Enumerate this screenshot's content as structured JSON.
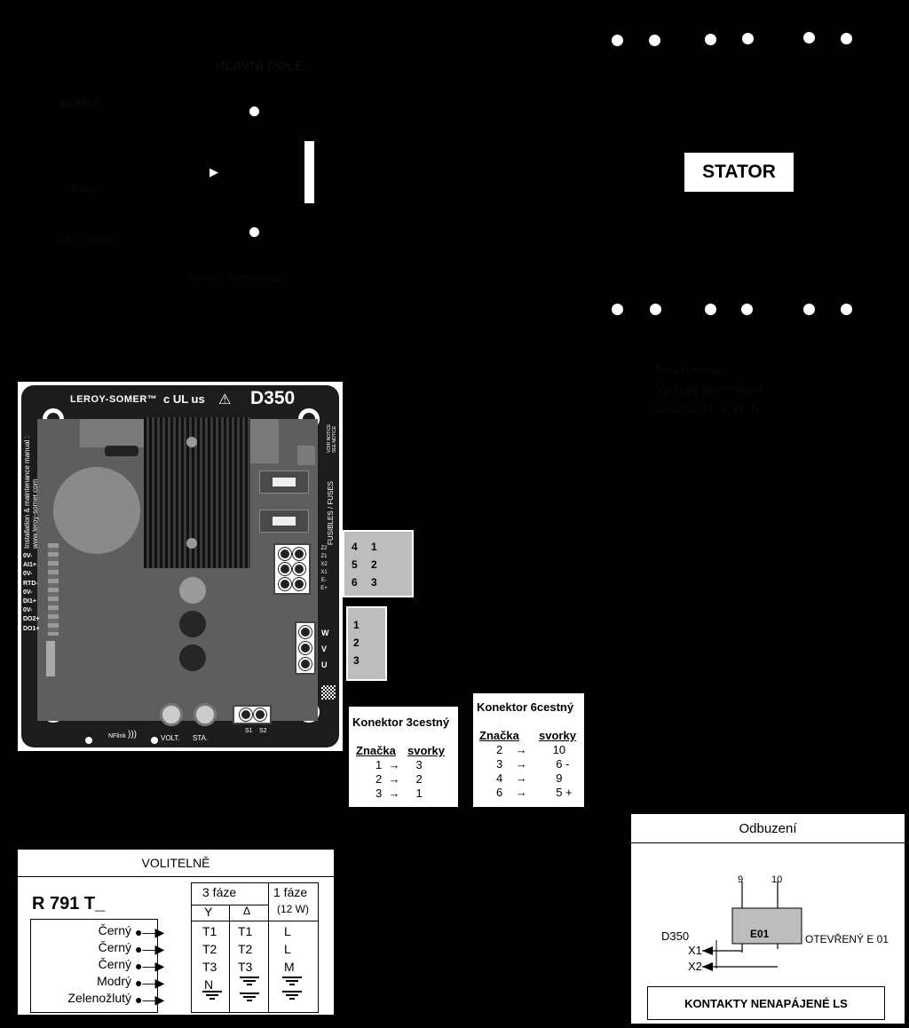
{
  "stator": {
    "label": "STATOR"
  },
  "top_left": {
    "title": "HLAVNÍ POLE",
    "label1": "INDUKT",
    "label2": "Rotor",
    "label3": "Budicí vinutí",
    "label4": "Rotující usměrňovač"
  },
  "stator_info": {
    "line1": "Svorkovnice",
    "line2": "Výstupy alternátoru",
    "line3": "Značka: U, V, W, N"
  },
  "board": {
    "brand": "LEROY-SOMER™",
    "cert": "c UL us",
    "warning_icon": "warning-triangle-icon",
    "model": "D350",
    "side_label": "Installation & maintenance manual : www.leroy-somer.com",
    "fuses_label": "FUSIBLES / FUSES",
    "notice_label": "VOIR NOTICE SEE NOTICE",
    "pins": [
      "0V-",
      "AI1+",
      "0V-",
      "RTD-",
      "0V-",
      "DI1+",
      "0V-",
      "DO2+",
      "DO1+"
    ],
    "bottom_labels": {
      "nflink": "NFlink",
      "volt": "VOLT.",
      "sta": "STA.",
      "s1": "S1",
      "s2": "S2"
    },
    "x_terminals": [
      "Z2",
      "Z1",
      "X2",
      "X1",
      "E-",
      "E+"
    ],
    "uvw": [
      "W",
      "V",
      "U"
    ]
  },
  "conn6_pins": [
    "4",
    "1",
    "5",
    "2",
    "6",
    "3"
  ],
  "conn3_pins": [
    "1",
    "2",
    "3"
  ],
  "konektor3": {
    "title": "Konektor 3cestný",
    "col1": "Značka",
    "col2": "svorky",
    "rows": [
      {
        "a": "1",
        "b": "3"
      },
      {
        "a": "2",
        "b": "2"
      },
      {
        "a": "3",
        "b": "1"
      }
    ]
  },
  "konektor6": {
    "title": "Konektor 6cestný",
    "col1": "Značka",
    "col2": "svorky",
    "rows": [
      {
        "a": "2",
        "b": "10"
      },
      {
        "a": "3",
        "b": "6 -"
      },
      {
        "a": "4",
        "b": "9"
      },
      {
        "a": "6",
        "b": "5 +"
      }
    ]
  },
  "volitelne": {
    "title": "VOLITELNĚ",
    "model": "R 791 T_",
    "wires": [
      "Černý",
      "Černý",
      "Černý",
      "Modrý",
      "Zelenožlutý"
    ],
    "h3": "3 fáze",
    "h1": "1 fáze",
    "h1sub": "(12 W)",
    "y": "Y",
    "delta": "Δ",
    "col_y": [
      "T1",
      "T2",
      "T3",
      "N"
    ],
    "col_d": [
      "T1",
      "T2",
      "T3"
    ],
    "col_1": [
      "L",
      "L",
      "M"
    ]
  },
  "odbuzeni": {
    "title": "Odbuzení",
    "t9": "9",
    "t10": "10",
    "relay": "E01",
    "relay_label": "OTEVŘENÝ E 01",
    "d350": "D350",
    "x1": "X1",
    "x2": "X2",
    "footer": "KONTAKTY NENAPÁJENÉ LS"
  },
  "arrow": "→"
}
